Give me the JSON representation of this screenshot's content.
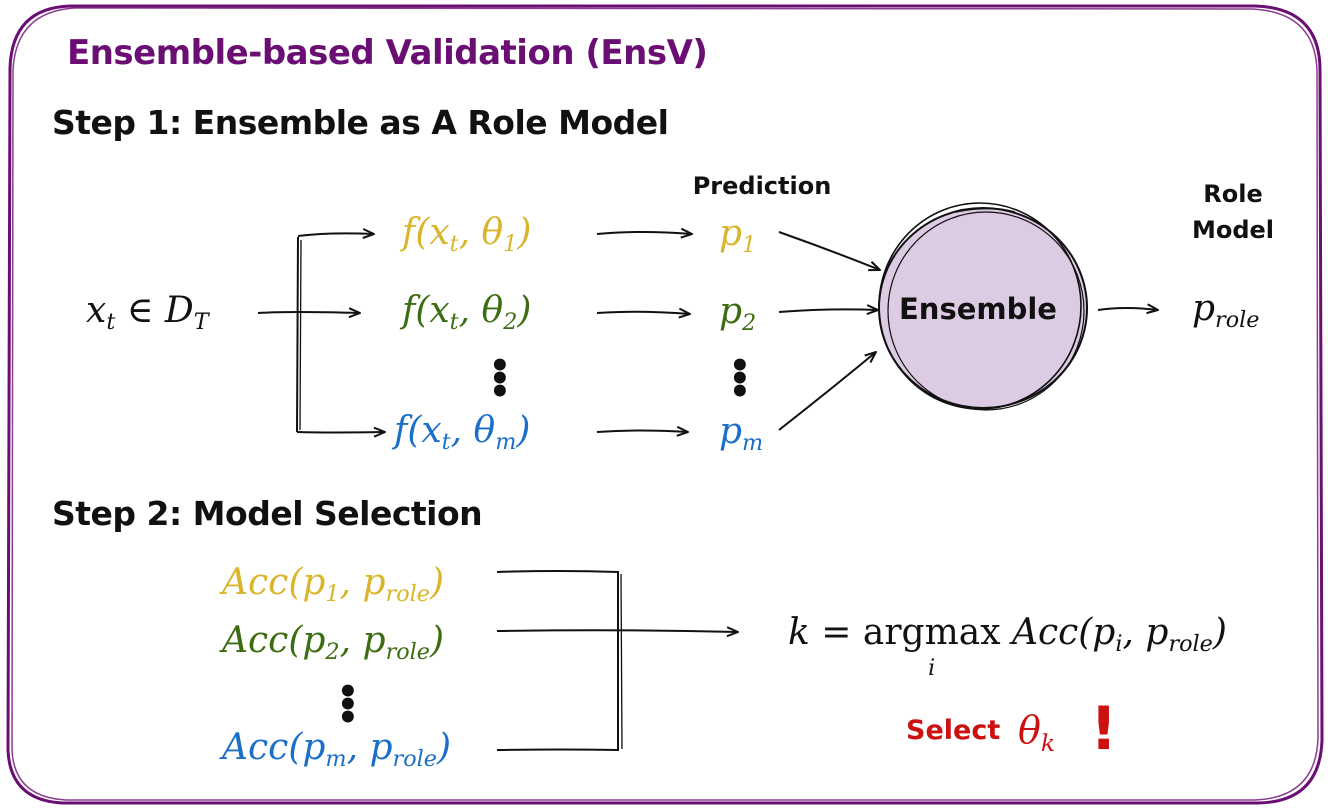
{
  "title": "Ensemble-based Validation (EnsV)",
  "step1": "Step 1:  Ensemble as A Role Model",
  "step2": "Step 2: Model Selection",
  "header_prediction": "Prediction",
  "header_role_model": "Role Model",
  "input": {
    "main": "x",
    "sub": "t",
    "rest": " ∈ D",
    "rest_sub": "T"
  },
  "models": [
    {
      "fn": "f(x",
      "x_sub": "t",
      "mid": ", θ",
      "theta_sub": "1",
      "end": ")",
      "pred": "p",
      "pred_sub": "1",
      "color": "#d9b52b"
    },
    {
      "fn": "f(x",
      "x_sub": "t",
      "mid": ", θ",
      "theta_sub": "2",
      "end": ")",
      "pred": "p",
      "pred_sub": "2",
      "color": "#3d6d12"
    },
    {
      "fn": "f(x",
      "x_sub": "t",
      "mid": ", θ",
      "theta_sub": "m",
      "end": ")",
      "pred": "p",
      "pred_sub": "m",
      "color": "#1b6fc8"
    }
  ],
  "ensemble_label": "Ensemble",
  "role_output": {
    "main": "p",
    "sub": "role"
  },
  "accuracies": [
    {
      "pre": "Acc(p",
      "p_sub": "1",
      "mid": ", p",
      "role_sub": "role",
      "end": ")",
      "color": "#d9b52b"
    },
    {
      "pre": "Acc(p",
      "p_sub": "2",
      "mid": ", p",
      "role_sub": "role",
      "end": ")",
      "color": "#3d6d12"
    },
    {
      "pre": "Acc(p",
      "p_sub": "m",
      "mid": ", p",
      "role_sub": "role",
      "end": ")",
      "color": "#1b6fc8"
    }
  ],
  "selection_formula": {
    "lhs": "k = ",
    "op": "argmax",
    "op_sub": "i",
    "rhs_pre": " Acc(p",
    "rhs_p_sub": "i",
    "rhs_mid": ", p",
    "rhs_role_sub": "role",
    "rhs_end": ")"
  },
  "select_label": "Select",
  "select_theta": {
    "main": "θ",
    "sub": "k"
  },
  "exclamation": "!",
  "colors": {
    "frame": "#6b0e73",
    "title": "#6b0e73",
    "ensemble_fill": "#dccbe3",
    "yellow": "#d9b52b",
    "green": "#3d6d12",
    "blue": "#1b6fc8",
    "select": "#cc1111"
  }
}
